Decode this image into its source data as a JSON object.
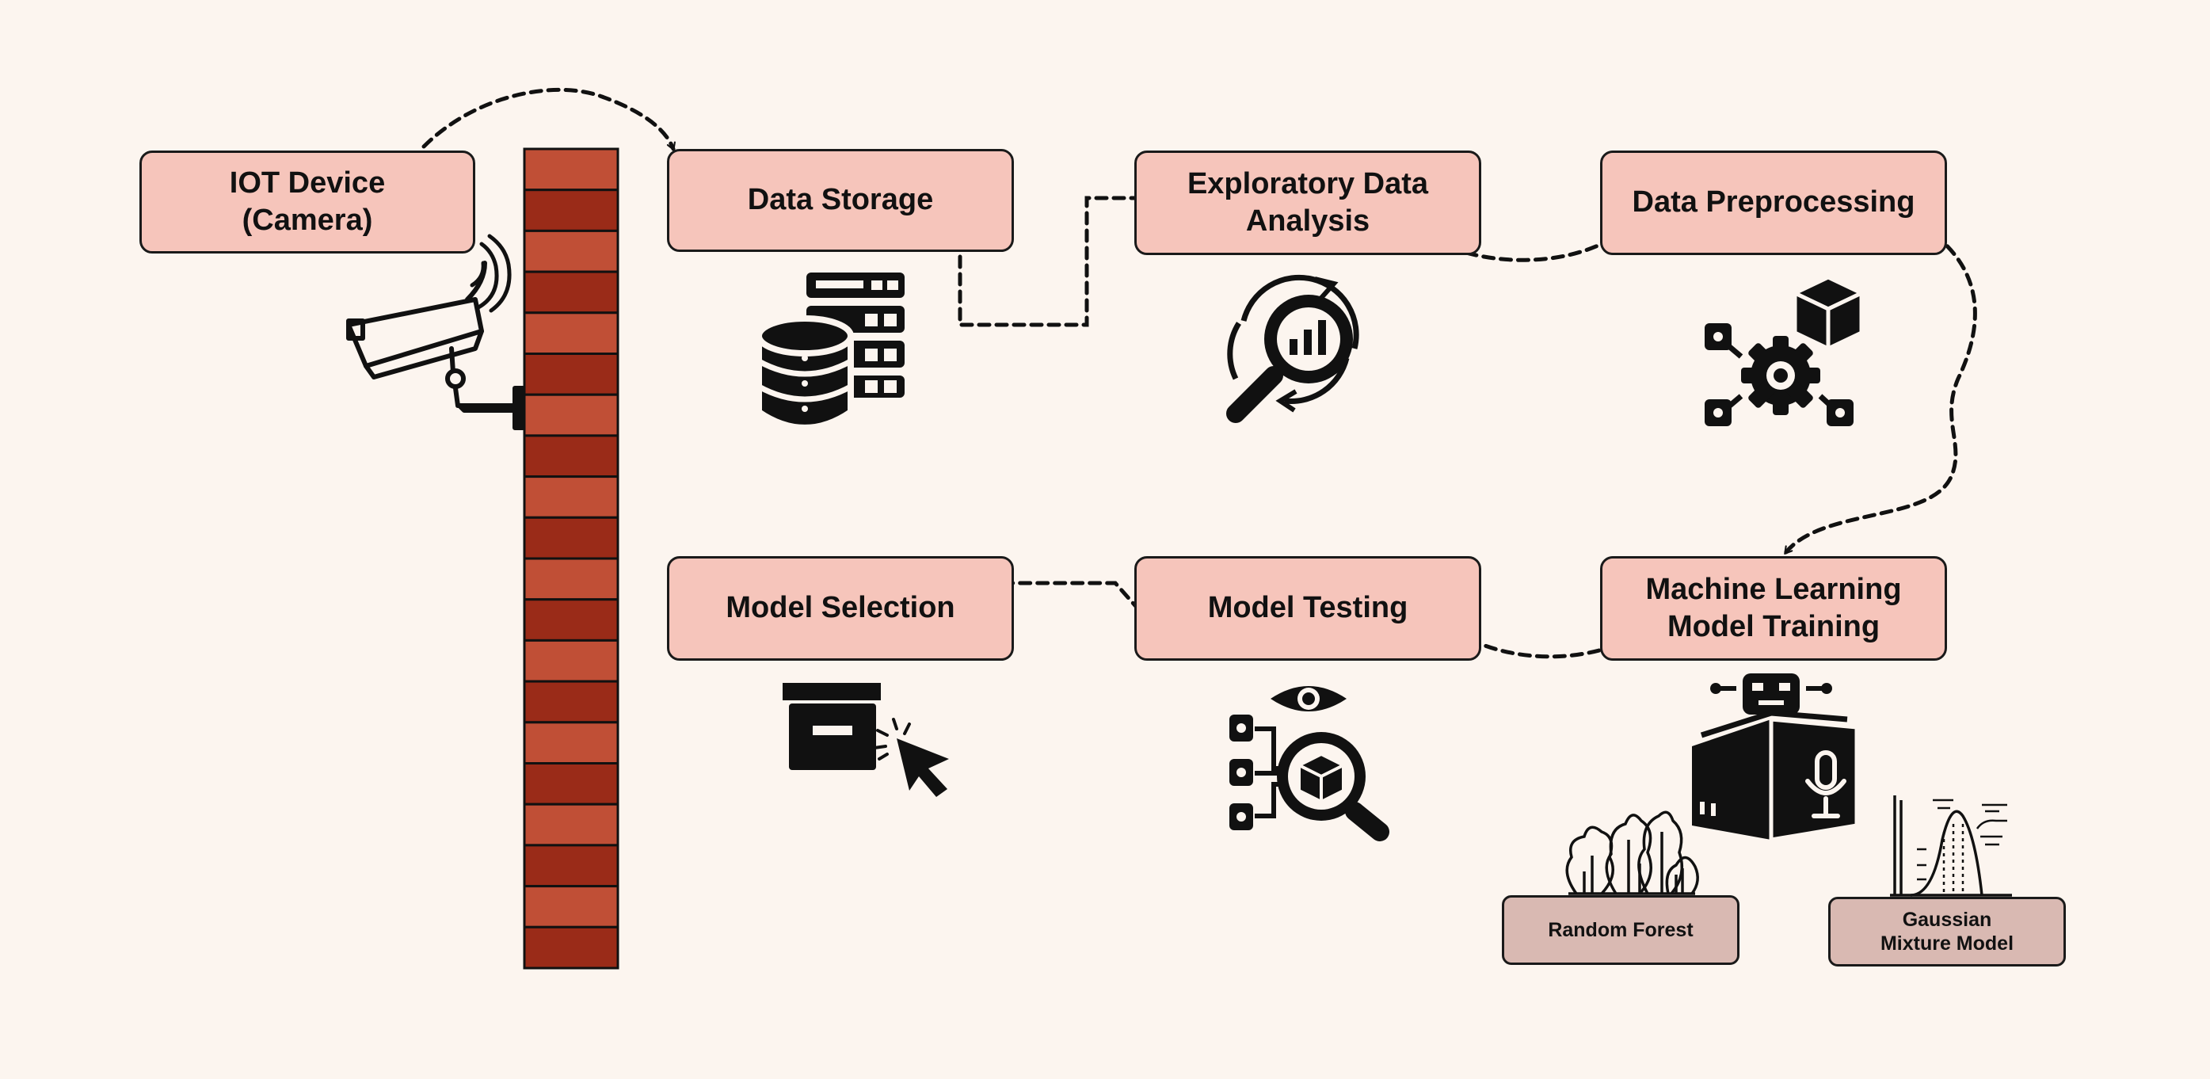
{
  "colors": {
    "background": "#fcf5ef",
    "box_fill": "#f6c5bb",
    "sub_box_fill": "#d9b9b2",
    "brick_light": "#c04f36",
    "brick_dark": "#9a2b18",
    "ink": "#111111"
  },
  "nodes": {
    "iot": {
      "label": "IOT Device\n(Camera)",
      "icon": "cctv-camera-icon"
    },
    "storage": {
      "label": "Data Storage",
      "icon": "database-server-icon"
    },
    "eda": {
      "label": "Exploratory Data\nAnalysis",
      "icon": "magnifier-chart-icon"
    },
    "preprocessing": {
      "label": "Data Preprocessing",
      "icon": "gear-network-icon"
    },
    "training": {
      "label": "Machine Learning\nModel Training",
      "icon": "robot-book-icon"
    },
    "testing": {
      "label": "Model Testing",
      "icon": "magnifier-cube-icon"
    },
    "selection": {
      "label": "Model Selection",
      "icon": "box-cursor-icon"
    },
    "random_forest": {
      "label": "Random Forest",
      "icon": "trees-icon"
    },
    "gmm": {
      "label": "Gaussian\nMixture Model",
      "icon": "gaussian-curve-icon"
    }
  },
  "decor": {
    "wall": "brick-wall-icon"
  },
  "edges": [
    {
      "from": "iot",
      "to": "storage"
    },
    {
      "from": "storage",
      "to": "eda"
    },
    {
      "from": "eda",
      "to": "preprocessing"
    },
    {
      "from": "preprocessing",
      "to": "training"
    },
    {
      "from": "training",
      "to": "testing"
    },
    {
      "from": "testing",
      "to": "selection"
    }
  ]
}
